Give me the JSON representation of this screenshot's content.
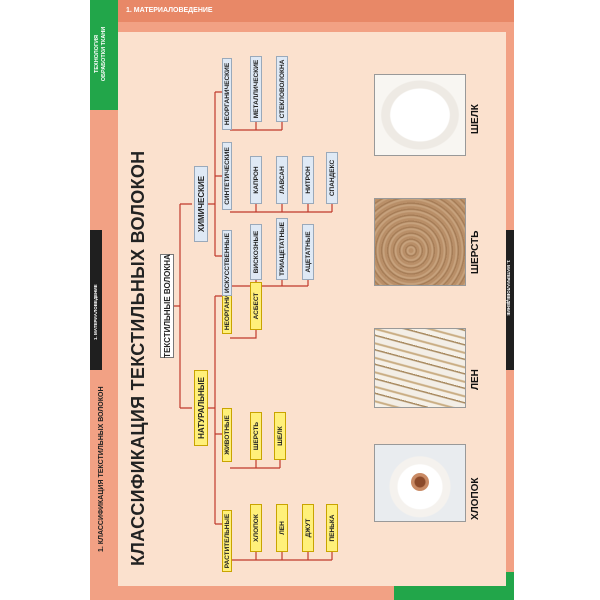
{
  "header": {
    "section": "1. МАТЕРИАЛОВЕДЕНИЕ",
    "series_tab": "ТЕХНОЛОГИЯ\nОБРАБОТКИ ТКАНИ"
  },
  "side_labels": {
    "left": "1. МАТЕРИАЛОВЕДЕНИЕ",
    "right": "1. МАТЕРИАЛОВЕДЕНИЕ"
  },
  "footer": {
    "caption": "1. КЛАССИФИКАЦИЯ ТЕКСТИЛЬНЫХ ВОЛОКОН"
  },
  "title": "КЛАССИФИКАЦИЯ ТЕКСТИЛЬНЫХ ВОЛОКОН",
  "tree": {
    "root": "ТЕКСТИЛЬНЫЕ ВОЛОКНА",
    "natural": "НАТУРАЛЬНЫЕ",
    "chemical": "ХИМИЧЕСКИЕ",
    "natural_groups": [
      "РАСТИТЕЛЬНЫЕ",
      "ЖИВОТНЫЕ",
      "НЕОРГАНИЧЕСКИЕ"
    ],
    "chemical_groups": [
      "ИСКУССТВЕННЫЕ",
      "СИНТЕТИЧЕСКИЕ",
      "НЕОРГАНИЧЕСКИЕ"
    ],
    "plant_fibers": [
      "ХЛОПОК",
      "ЛЕН",
      "ДЖУТ",
      "ПЕНЬКА"
    ],
    "animal_fibers": [
      "ШЕРСТЬ",
      "ШЕЛК"
    ],
    "inorganic_natural": [
      "АСБЕСТ"
    ],
    "artificial_fibers": [
      "ВИСКОЗНЫЕ",
      "ТРИАЦЕТАТНЫЕ",
      "АЦЕТАТНЫЕ"
    ],
    "synthetic_fibers": [
      "КАПРОН",
      "ЛАВСАН",
      "НИТРОН",
      "СПАНДЕКС"
    ],
    "inorganic_chemical": [
      "МЕТАЛЛИЧЕСКИЕ",
      "СТЕКЛОВОЛОКНА"
    ]
  },
  "photos": [
    "ХЛОПОК",
    "ЛЕН",
    "ШЕРСТЬ",
    "ШЕЛК"
  ],
  "colors": {
    "poster": "#f2a184",
    "canvas": "#fbe1ce",
    "connector": "#c0392b",
    "accent_green": "#22a64a",
    "yellow_node": "#fff07a",
    "blue_node": "#dfe9f5"
  }
}
